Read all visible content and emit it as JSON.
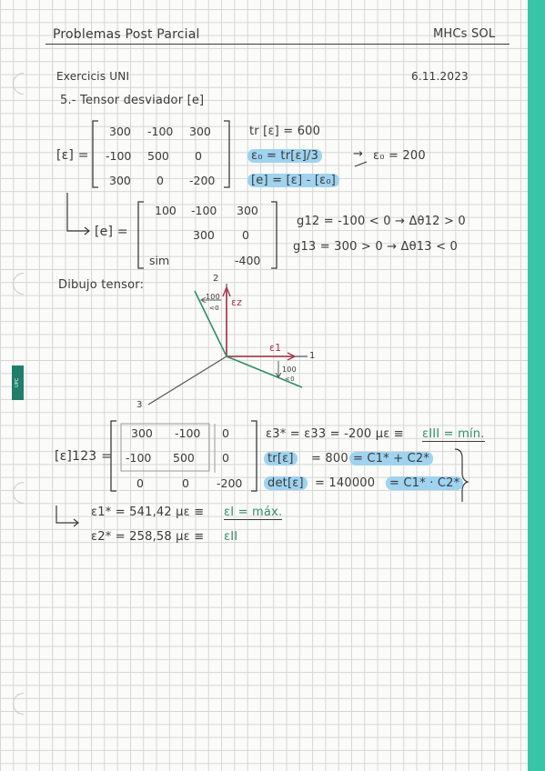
{
  "header": {
    "title": "Problemas Post Parcial",
    "author": "MHCs SOL"
  },
  "exercise": {
    "name": "Exercicis UNI",
    "date": "6.11.2023"
  },
  "section": {
    "title": "5.- Tensor desviador [e]"
  },
  "strain_label": "[ε] =",
  "strain_matrix": [
    [
      "300",
      "-100",
      "300"
    ],
    [
      "-100",
      "500",
      "0"
    ],
    [
      "300",
      "0",
      "-200"
    ]
  ],
  "eq": {
    "trace": "tr [ε] = 600",
    "eps0_def": "ε₀ = tr[ε]/3",
    "eps0_arrow": "→",
    "eps0_val": "ε₀ = 200",
    "dev_def": "[e] = [ε] - [ε₀]"
  },
  "dev_label": "[e] =",
  "dev_matrix": {
    "r1": [
      "100",
      "-100",
      "300"
    ],
    "r2": [
      "300",
      "0"
    ],
    "r3": [
      "sim",
      "-400"
    ]
  },
  "shear": {
    "g12": "g12 = -100 < 0 → Δθ12 > 0",
    "g13": "g13 = 300 > 0 → Δθ13 < 0"
  },
  "drawing": {
    "title": "Dibujo tensor:",
    "axis2": "2",
    "axis1": "1",
    "axis3": "3",
    "eps_z": "εz",
    "eps_1": "ε1",
    "label_a_val": "100",
    "label_a_sign": "<0",
    "label_b_val": "100",
    "label_b_sign": "<0"
  },
  "principal_label": "[ε]123 =",
  "principal_matrix": [
    [
      "300",
      "-100",
      "0"
    ],
    [
      "-100",
      "500",
      "0"
    ],
    [
      "0",
      "0",
      "-200"
    ]
  ],
  "principal": {
    "e3_a": "ε3* = ε33 = -200 με ≡",
    "e3_b": "εIII = mín.",
    "tr_a": "tr[ε]",
    "tr_b": "= 800",
    "tr_c": "= C1* + C2*",
    "det_a": "det[ε]",
    "det_b": "= 140000",
    "det_c": "= C1* · C2*",
    "e1_a": "ε1* = 541,42 με ≡",
    "e1_b": "εI = máx.",
    "e2_a": "ε2* = 258,58 με ≡",
    "e2_b": "εII"
  },
  "side_tag": "UPC",
  "colors": {
    "accent_strip": "#38c4a6",
    "highlight": "#9fd3ef",
    "green_ink": "#2f8f63",
    "red_ink": "#a8334a"
  }
}
